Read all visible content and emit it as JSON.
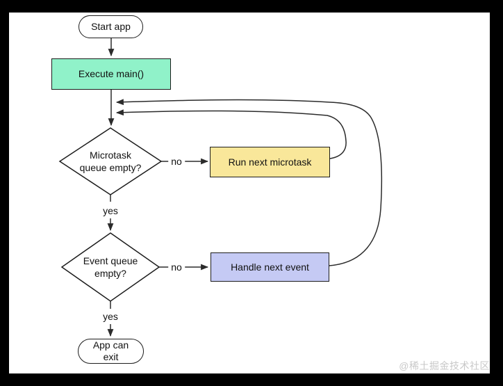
{
  "watermark": "@稀土掘金技术社区",
  "nodes": {
    "start": {
      "label": "Start app",
      "fill": "#ffffff"
    },
    "execute_main": {
      "label": "Execute main()",
      "fill": "#90f2c9"
    },
    "microtask_check": {
      "label": "Microtask queue empty?"
    },
    "run_next_microtask": {
      "label": "Run next microtask",
      "fill": "#f9e79a"
    },
    "event_check": {
      "label": "Event queue empty?"
    },
    "handle_next_event": {
      "label": "Handle next event",
      "fill": "#c5caf4"
    },
    "app_can_exit": {
      "label": "App can exit",
      "fill": "#ffffff"
    }
  },
  "edge_labels": {
    "microtask_no": "no",
    "microtask_yes": "yes",
    "event_no": "no",
    "event_yes": "yes"
  },
  "colors": {
    "line": "#2b2b2b",
    "node_border": "#1c1c1c",
    "canvas_background": "#ffffff",
    "frame": "#000000",
    "watermark_text": "#c8c8c8"
  }
}
